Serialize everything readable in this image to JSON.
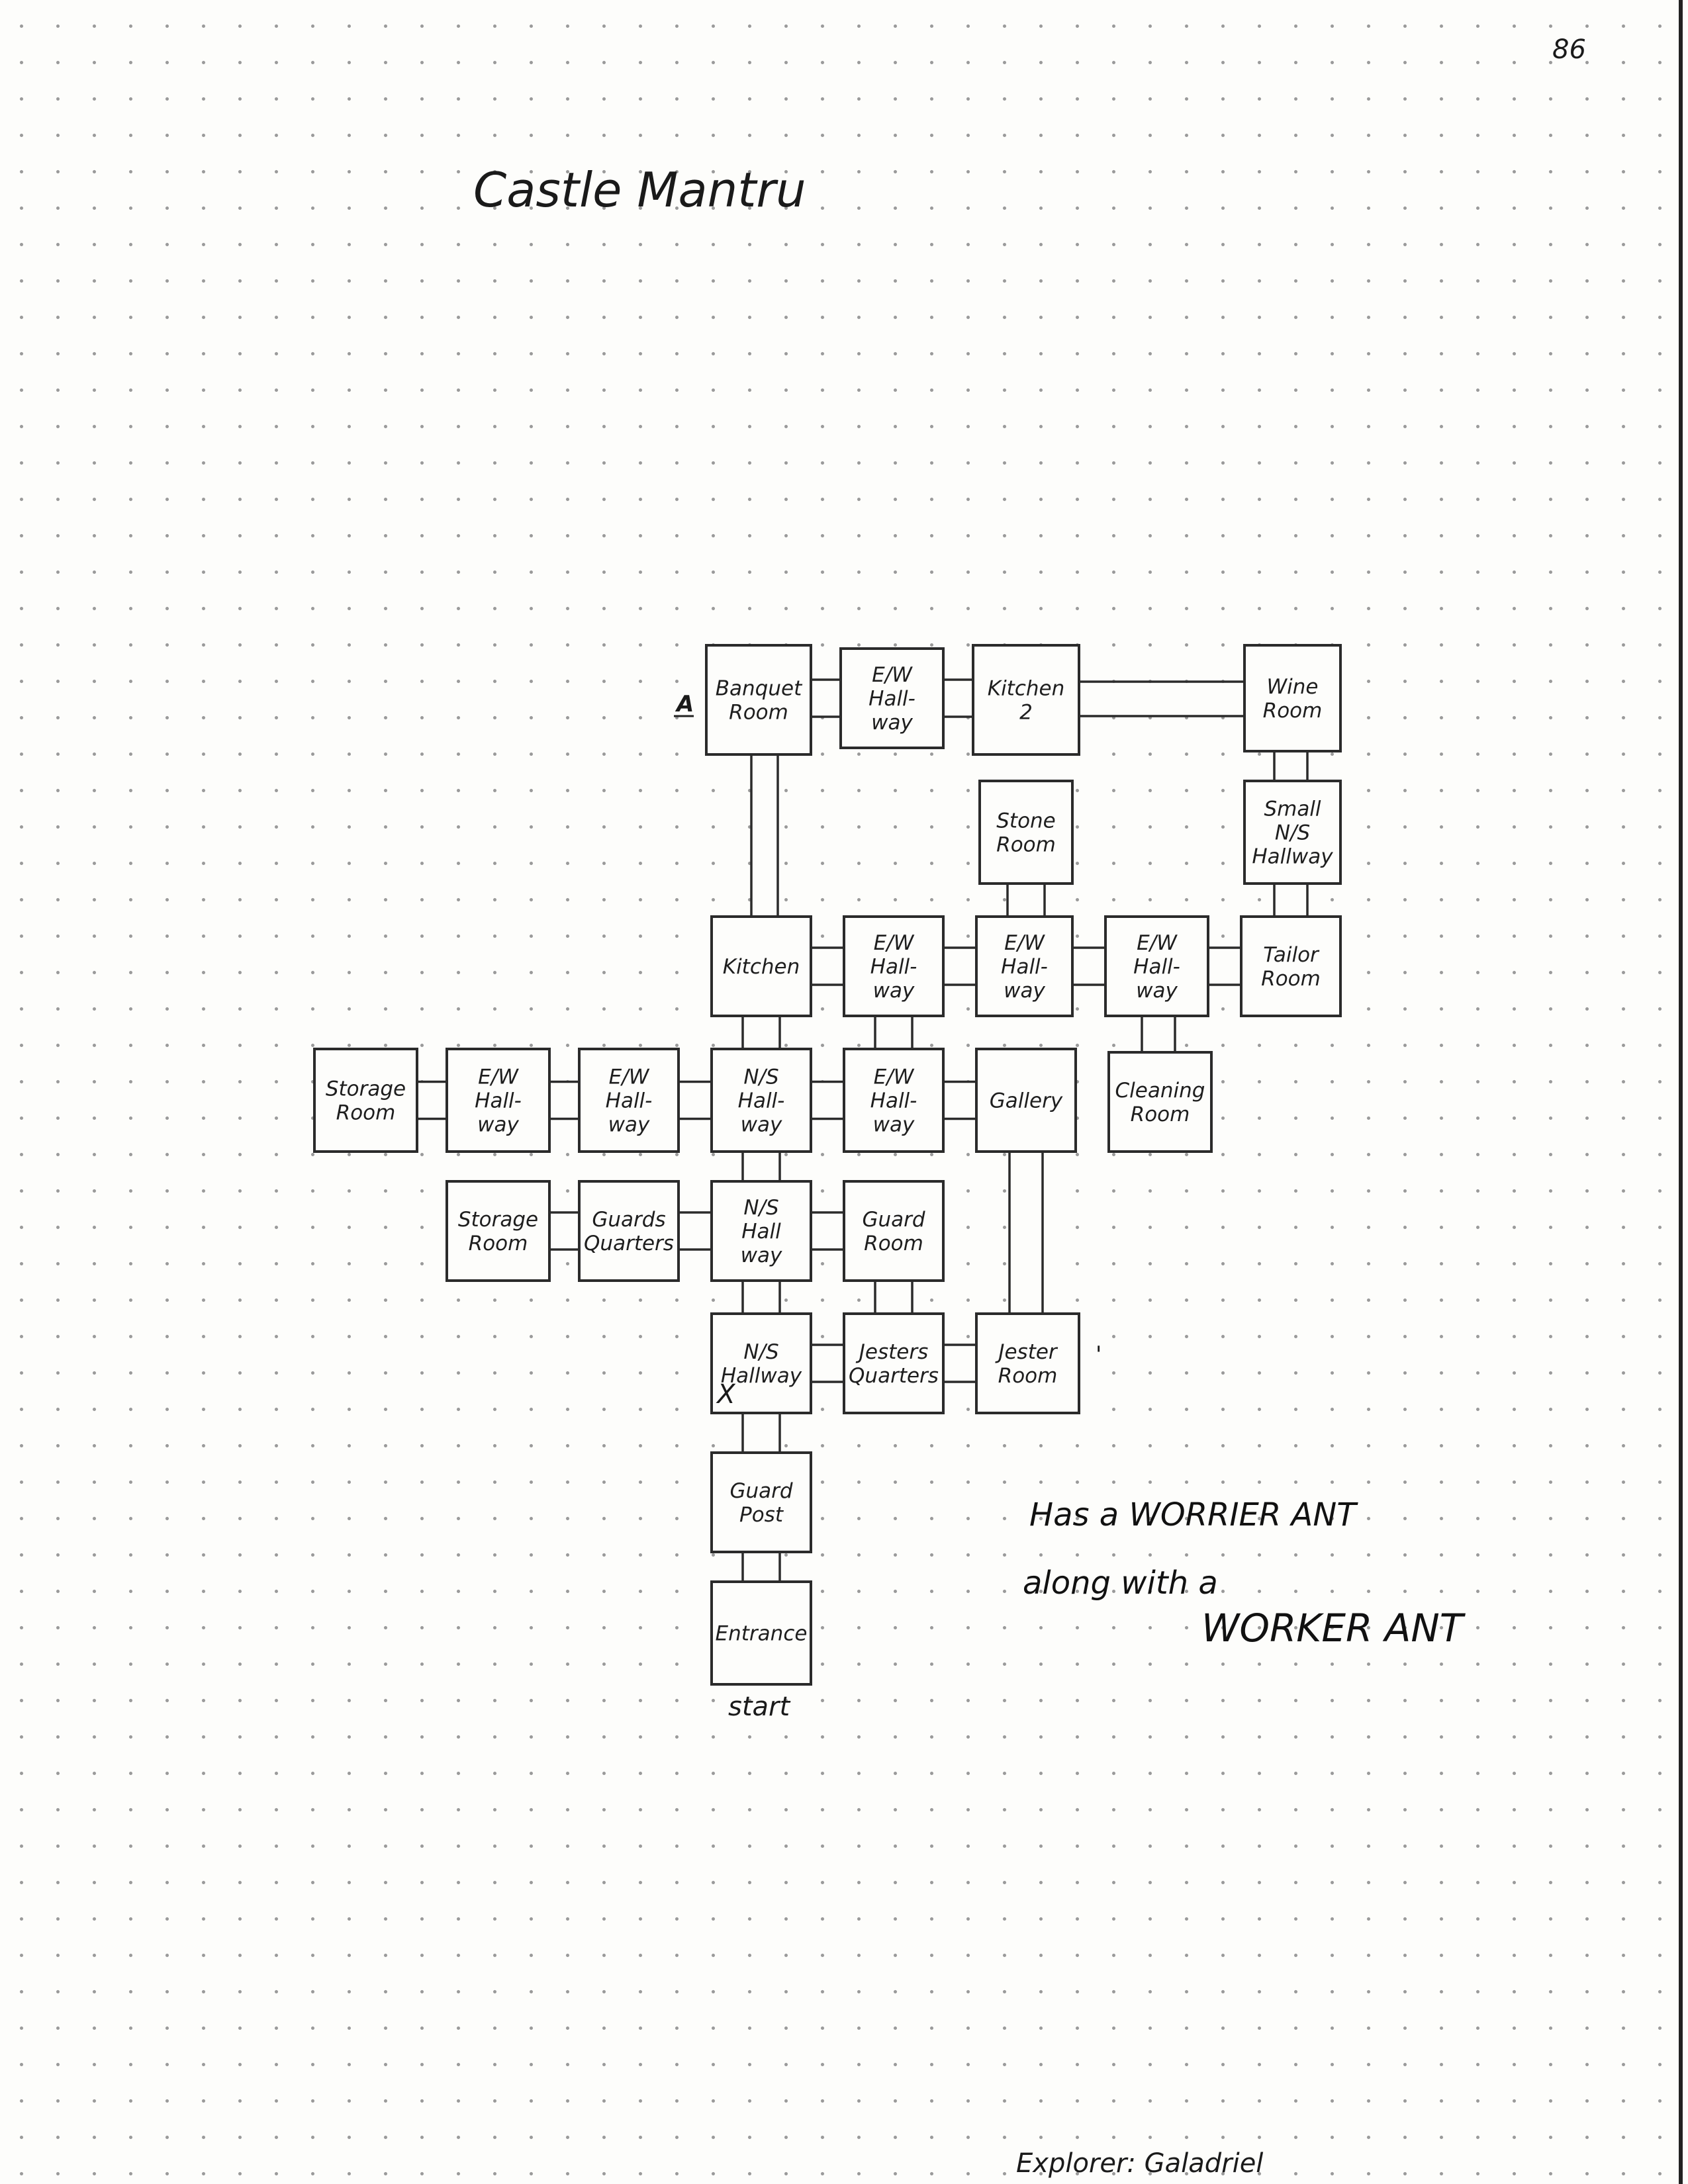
{
  "page_number": "86",
  "title": "Castle Mantru",
  "marker": "A",
  "start_label": "start",
  "entrance_mark": "X",
  "tick_mark": "'",
  "note": [
    "Has a WORRIER ANT",
    "along with a",
    "WORKER ANT"
  ],
  "explorer": "Explorer: Galadriel",
  "rooms": [
    {
      "id": "banquet",
      "lines": [
        "Banquet",
        "Room"
      ]
    },
    {
      "id": "ew-top",
      "lines": [
        "E/W",
        "Hall-",
        "way"
      ]
    },
    {
      "id": "kitchen2",
      "lines": [
        "Kitchen",
        "2"
      ]
    },
    {
      "id": "wine",
      "lines": [
        "Wine",
        "Room"
      ]
    },
    {
      "id": "stone",
      "lines": [
        "Stone",
        "Room"
      ]
    },
    {
      "id": "small-ns",
      "lines": [
        "Small",
        "N/S",
        "Hallway"
      ]
    },
    {
      "id": "kitchen",
      "lines": [
        "Kitchen"
      ]
    },
    {
      "id": "ew-mid1",
      "lines": [
        "E/W",
        "Hall-",
        "way"
      ]
    },
    {
      "id": "ew-mid2",
      "lines": [
        "E/W",
        "Hall-",
        "way"
      ]
    },
    {
      "id": "ew-mid3",
      "lines": [
        "E/W",
        "Hall-",
        "way"
      ]
    },
    {
      "id": "tailor",
      "lines": [
        "Tailor",
        "Room"
      ]
    },
    {
      "id": "storage1",
      "lines": [
        "Storage",
        "Room"
      ]
    },
    {
      "id": "ew-left1",
      "lines": [
        "E/W",
        "Hall-",
        "way"
      ]
    },
    {
      "id": "ew-left2",
      "lines": [
        "E/W",
        "Hall-",
        "way"
      ]
    },
    {
      "id": "ns-hall1",
      "lines": [
        "N/S",
        "Hall-",
        "way"
      ]
    },
    {
      "id": "ew-right",
      "lines": [
        "E/W",
        "Hall-",
        "way"
      ]
    },
    {
      "id": "gallery",
      "lines": [
        "Gallery"
      ]
    },
    {
      "id": "cleaning",
      "lines": [
        "Cleaning",
        "Room"
      ]
    },
    {
      "id": "storage2",
      "lines": [
        "Storage",
        "Room"
      ]
    },
    {
      "id": "guards-q",
      "lines": [
        "Guards",
        "Quarters"
      ]
    },
    {
      "id": "ns-hall2",
      "lines": [
        "N/S",
        "Hall",
        "way"
      ]
    },
    {
      "id": "guard-room",
      "lines": [
        "Guard",
        "Room"
      ]
    },
    {
      "id": "ns-hallway",
      "lines": [
        "N/S",
        "Hallway"
      ]
    },
    {
      "id": "jesters-q",
      "lines": [
        "Jesters",
        "Quarters"
      ]
    },
    {
      "id": "jester-room",
      "lines": [
        "Jester",
        "Room"
      ]
    },
    {
      "id": "guard-post",
      "lines": [
        "Guard",
        "Post"
      ]
    },
    {
      "id": "entrance",
      "lines": [
        "Entrance"
      ]
    }
  ]
}
